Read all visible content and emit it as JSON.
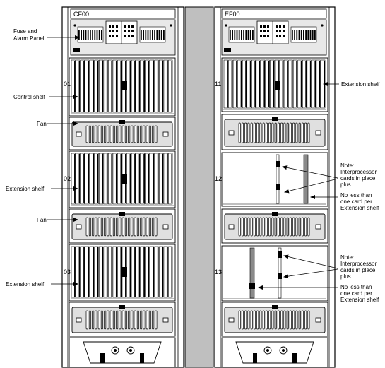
{
  "racks": {
    "left": {
      "title": "CF00",
      "shelves": [
        {
          "kind": "panel"
        },
        {
          "kind": "cards",
          "id": "01"
        },
        {
          "kind": "fan"
        },
        {
          "kind": "cards",
          "id": "02"
        },
        {
          "kind": "fan"
        },
        {
          "kind": "cards",
          "id": "03"
        },
        {
          "kind": "fan"
        },
        {
          "kind": "base"
        }
      ]
    },
    "right": {
      "title": "EF00",
      "shelves": [
        {
          "kind": "panel"
        },
        {
          "kind": "cards",
          "id": "11"
        },
        {
          "kind": "fan"
        },
        {
          "kind": "sparse",
          "id": "12"
        },
        {
          "kind": "fan"
        },
        {
          "kind": "sparse",
          "id": "13"
        },
        {
          "kind": "fan"
        },
        {
          "kind": "base"
        }
      ]
    }
  },
  "labels": {
    "fuse_panel": [
      "Fuse and",
      "Alarm Panel"
    ],
    "control_shelf": "Control shelf",
    "fan_1": "Fan",
    "extension_shelf_1": "Extension shelf",
    "fan_2": "Fan",
    "extension_shelf_2": "Extension shelf",
    "extension_shelf_right": "Extension shelf"
  },
  "notes": [
    {
      "interprocessor": [
        "Note:",
        "Interprocessor",
        "cards in place",
        "plus"
      ],
      "minimum": [
        "No less than",
        "one card per",
        "Extension shelf"
      ]
    },
    {
      "interprocessor": [
        "Note:",
        "Interprocessor",
        "cards in place",
        "plus"
      ],
      "minimum": [
        "No less than",
        "one card per",
        "Extension shelf"
      ]
    }
  ]
}
